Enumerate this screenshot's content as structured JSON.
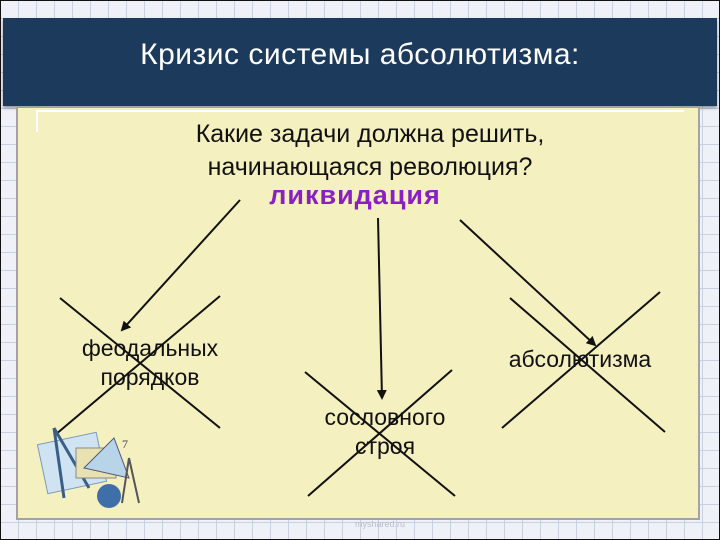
{
  "slide": {
    "title": "Кризис системы абсолютизма:",
    "question_line1": "Какие задачи должна решить,",
    "question_line2": "начинающаяся революция?",
    "keyword": "ликвидация"
  },
  "diagram": {
    "branches": [
      {
        "id": "feudal",
        "line1": "феодальных",
        "line2": "порядков",
        "crossed_out": true
      },
      {
        "id": "estate",
        "line1": "сословного",
        "line2": "строя",
        "crossed_out": true
      },
      {
        "id": "absolutism",
        "line1": "абсолютизма",
        "line2": "",
        "crossed_out": true
      }
    ]
  },
  "colors": {
    "header": "#1c3a5c",
    "panel": "#f5f0c0",
    "keyword": "#8a1fc4",
    "grid": "#c9d0e2"
  },
  "watermark": "myshared.ru"
}
